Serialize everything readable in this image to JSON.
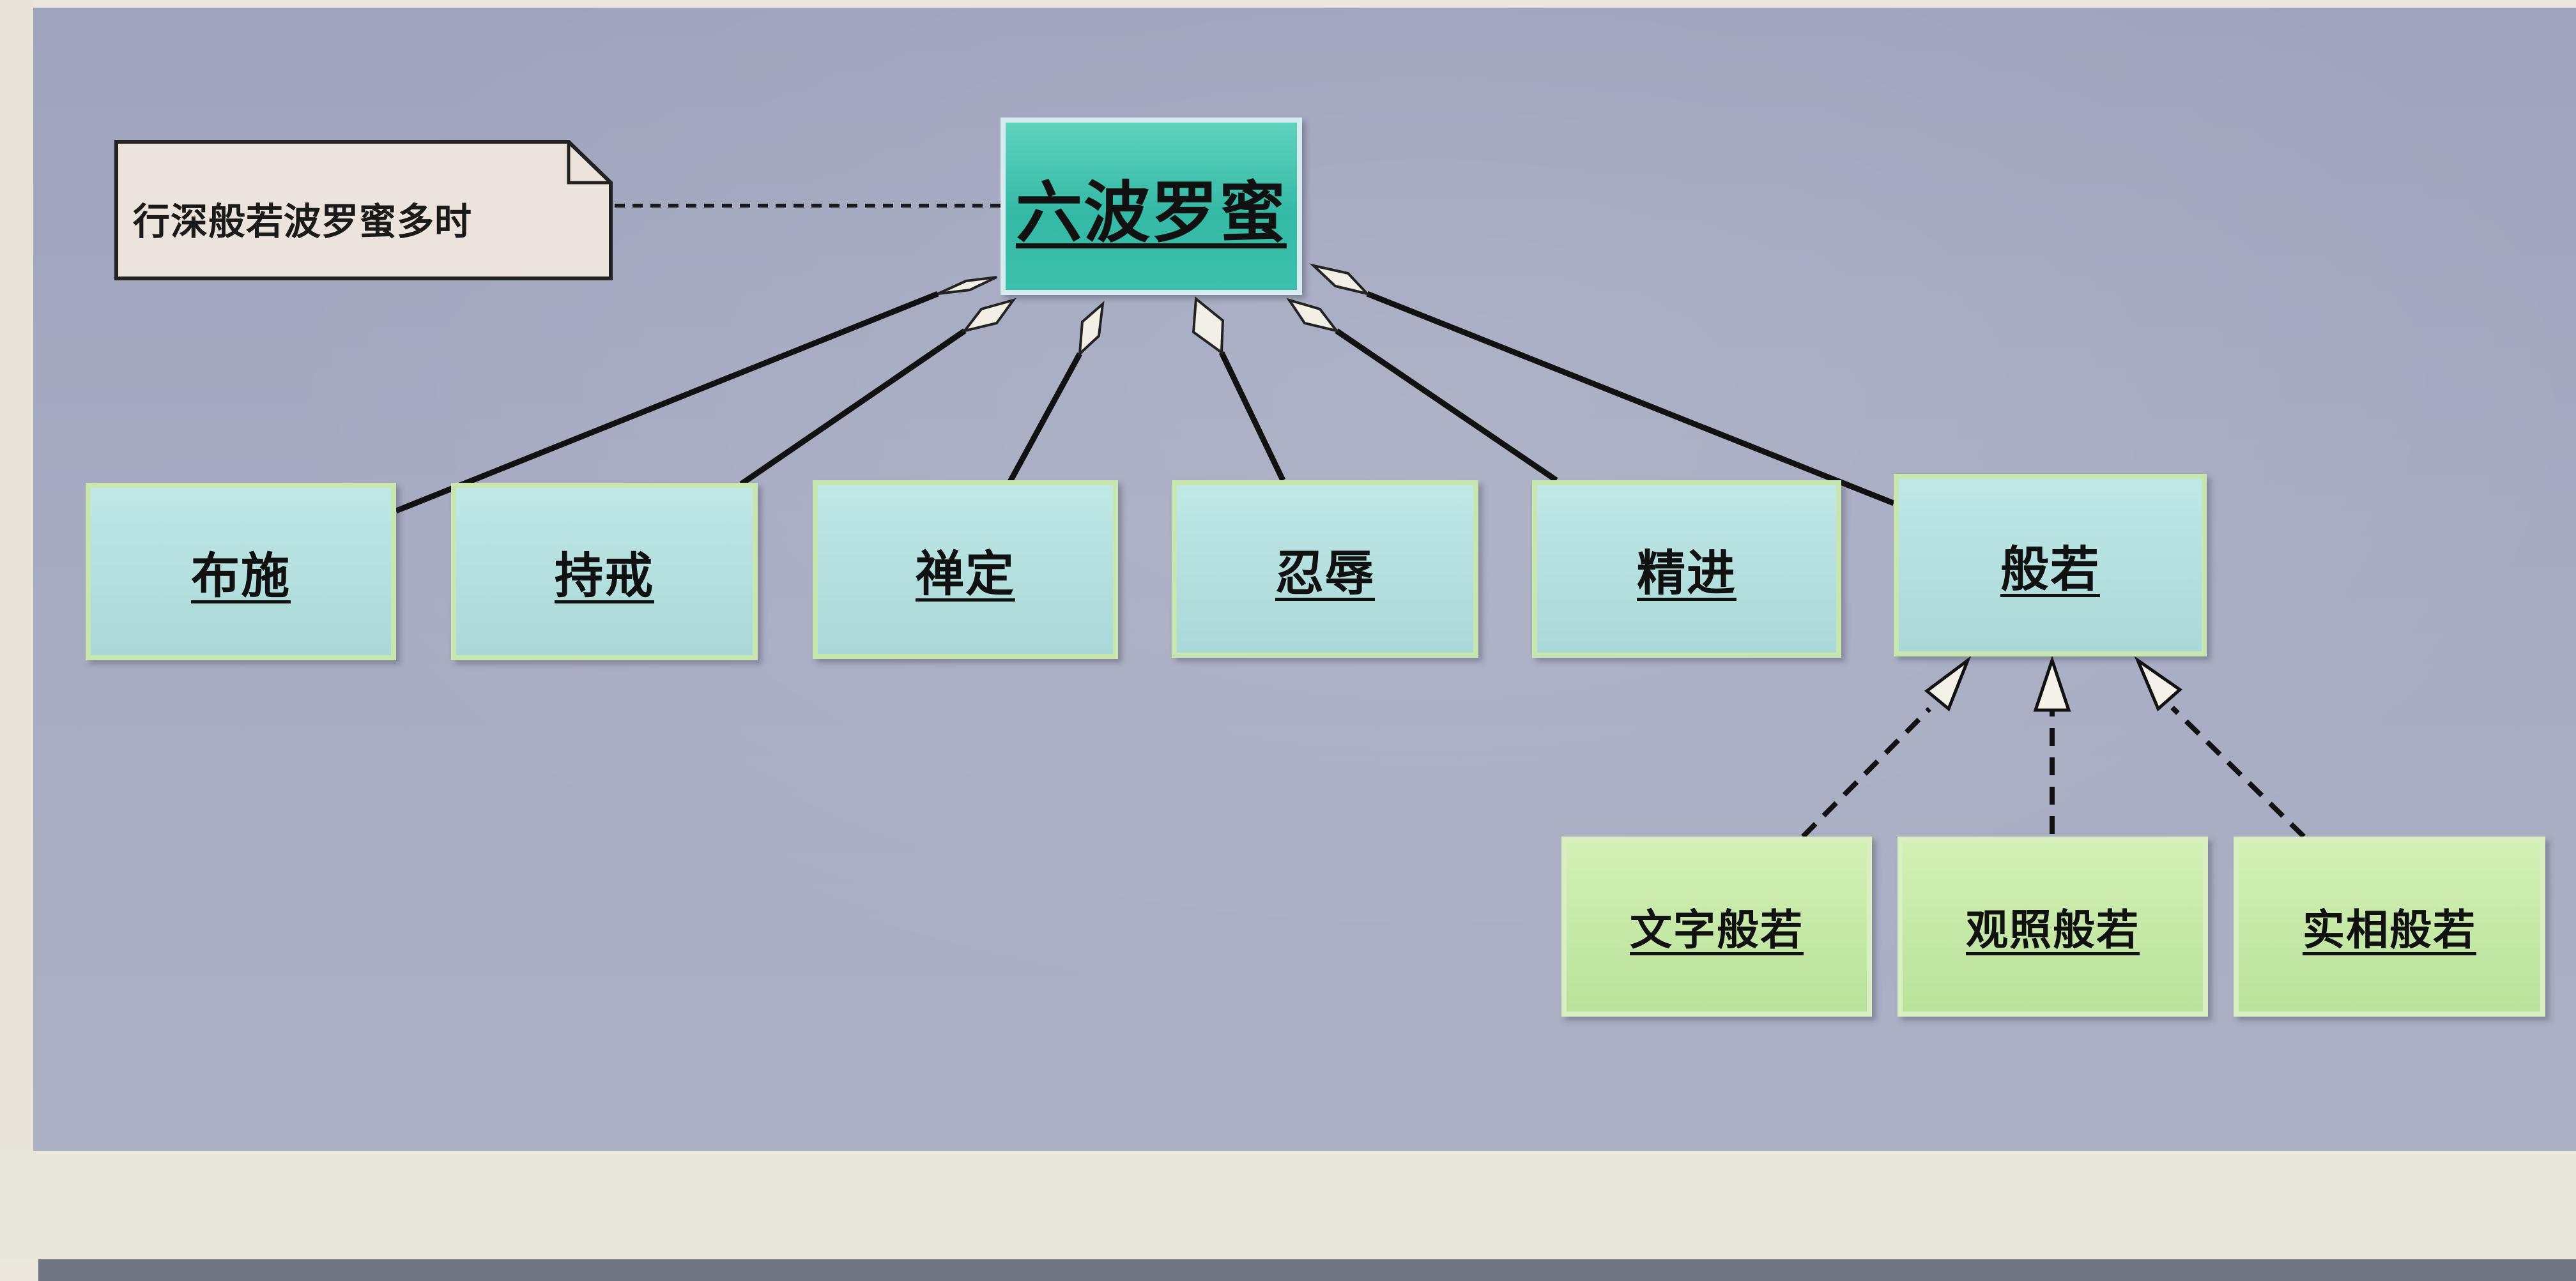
{
  "diagram": {
    "root": {
      "label": "六波罗蜜"
    },
    "note": {
      "text": "行深般若波罗蜜多时"
    },
    "children": [
      {
        "id": "bushi",
        "label": "布施"
      },
      {
        "id": "chijie",
        "label": "持戒"
      },
      {
        "id": "chanding",
        "label": "禅定"
      },
      {
        "id": "renru",
        "label": "忍辱"
      },
      {
        "id": "jingjin",
        "label": "精进"
      },
      {
        "id": "bore",
        "label": "般若"
      }
    ],
    "bore_kinds": [
      {
        "id": "wenzi",
        "label": "文字般若"
      },
      {
        "id": "guanzhao",
        "label": "观照般若"
      },
      {
        "id": "shixiang",
        "label": "实相般若"
      }
    ],
    "colors": {
      "root_fill": "#3cc0ab",
      "mid_fill": "#aad8d8",
      "leaf_fill": "#b9e29a",
      "note_fill": "#ece4dc",
      "canvas": "#a6abc2",
      "line": "#111111"
    }
  }
}
